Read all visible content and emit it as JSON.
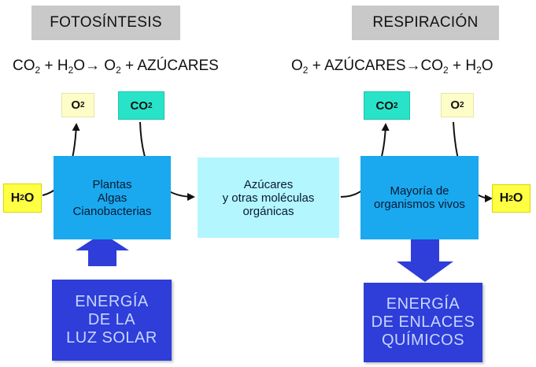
{
  "photosynthesis": {
    "title": "FOTOSÍNTESIS",
    "equation": {
      "co": "CO",
      "two1": "2",
      "plus1": " + H",
      "two2": "2",
      "o_arrow": "O→ O",
      "two3": "2",
      "tail": " + AZÚCARES"
    }
  },
  "respiration": {
    "title": "RESPIRACIÓN",
    "equation": {
      "o": "O",
      "two1": "2",
      "mid": " + AZÚCARES→CO",
      "two2": "2",
      "plus": " + H",
      "two3": "2",
      "tail": "O"
    }
  },
  "chips": {
    "o2_left": {
      "base": "O",
      "sub": "2"
    },
    "co2_left": {
      "base": "CO",
      "sub": "2"
    },
    "co2_right": {
      "base": "CO",
      "sub": "2"
    },
    "o2_right": {
      "base": "O",
      "sub": "2"
    },
    "h2o_left": {
      "pre": "H",
      "sub": "2",
      "post": "O"
    },
    "h2o_right": {
      "pre": "H",
      "sub": "2",
      "post": "O"
    }
  },
  "boxes": {
    "producers": [
      "Plantas",
      "Algas",
      "Cianobacterias"
    ],
    "sugars": [
      "Azúcares",
      "y otras moléculas",
      "orgánicas"
    ],
    "consumers": [
      "Mayoría de",
      "organismos vivos"
    ]
  },
  "energy": {
    "solar": [
      "ENERGÍA",
      "DE LA",
      "LUZ SOLAR"
    ],
    "chemical": [
      "ENERGÍA",
      "DE ENLACES",
      "QUÍMICOS"
    ]
  },
  "colors": {
    "banner": "#c9c9c9",
    "producer_box": "#1aa9ef",
    "sugar_box": "#b3f6fd",
    "energy_box": "#2f3dd9",
    "energy_text": "#c6d6ff",
    "o2_chip": "#fdfdc8",
    "co2_chip": "#29e3c9",
    "h2o_chip": "#ffff44"
  }
}
